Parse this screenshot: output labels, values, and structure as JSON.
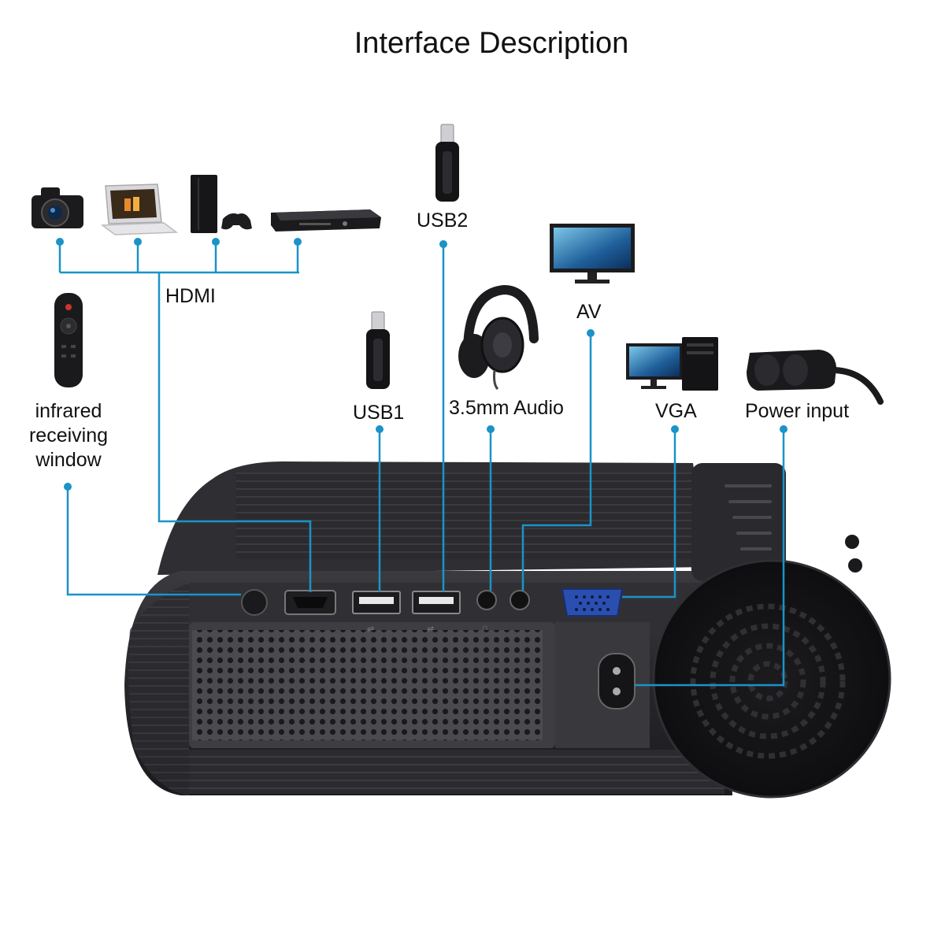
{
  "page": {
    "title": "Interface Description"
  },
  "labels": {
    "hdmi": "HDMI",
    "usb1": "USB1",
    "usb2": "USB2",
    "audio": "3.5mm Audio",
    "av": "AV",
    "vga": "VGA",
    "power": "Power input",
    "infrared": [
      "infrared",
      "receiving",
      "window"
    ]
  },
  "colors": {
    "connector_line": "#1a93c8",
    "projector_body": "#2c2c30",
    "grille": "#3a3a3e",
    "vga_port": "#2a4fb0",
    "label_text": "#111111"
  },
  "icons": {
    "camera": "camera-icon",
    "laptop": "laptop-icon",
    "console": "game-console-icon",
    "player": "dvd-player-icon",
    "usb_drive": "usb-drive-icon",
    "headphones": "headphones-icon",
    "monitor": "monitor-icon",
    "desktop": "desktop-computer-icon",
    "power_adapter": "power-adapter-icon",
    "remote": "remote-control-icon"
  }
}
